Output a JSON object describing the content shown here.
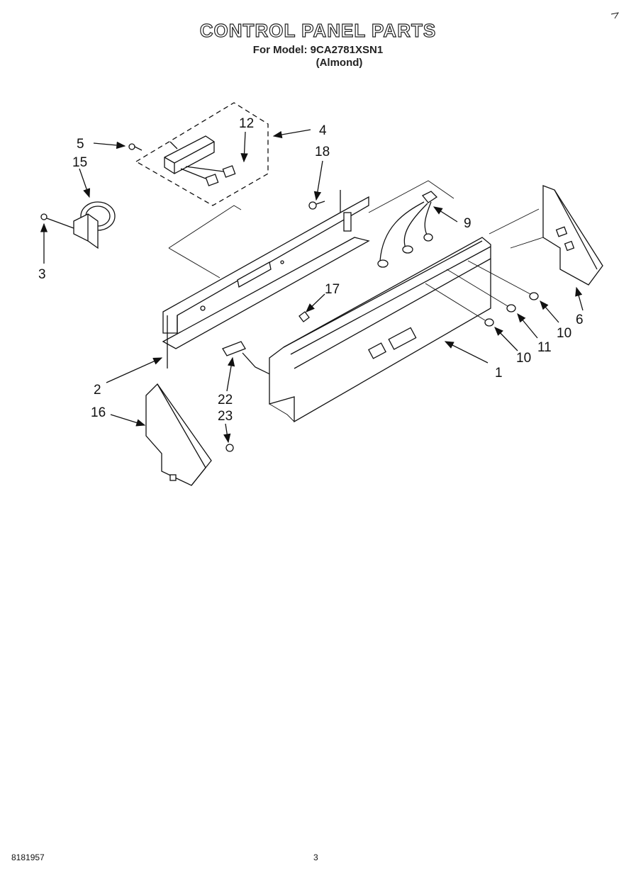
{
  "title": "CONTROL PANEL PARTS",
  "subtitle": "For Model: 9CA2781XSN1",
  "color_variant": "(Almond)",
  "footer": {
    "doc_number": "8181957",
    "page": "3"
  },
  "callouts": {
    "c1": "1",
    "c2": "2",
    "c3": "3",
    "c4": "4",
    "c5": "5",
    "c6": "6",
    "c9": "9",
    "c10a": "10",
    "c10b": "10",
    "c11": "11",
    "c12": "12",
    "c15": "15",
    "c16": "16",
    "c17": "17",
    "c18": "18",
    "c22": "22",
    "c23": "23"
  }
}
